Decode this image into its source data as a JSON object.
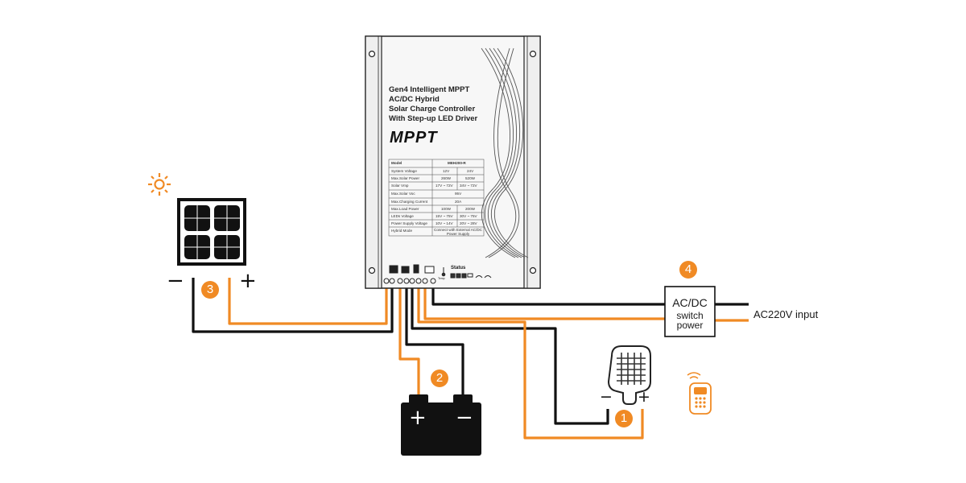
{
  "controller": {
    "title_lines": [
      "Gen4 Intelligent  MPPT",
      "AC/DC Hybrid",
      "Solar Charge Controller",
      "With Step-up LED Driver"
    ],
    "brand": "MPPT",
    "spec_table": {
      "header": [
        "Model",
        "MEH200-R",
        ""
      ],
      "rows": [
        [
          "System Voltage",
          "12V",
          "24V"
        ],
        [
          "Max.Solar Power",
          "260W",
          "520W"
        ],
        [
          "Solar Vmp",
          "17V ~ 72V",
          "34V ~ 72V"
        ],
        [
          "Max.Solar Voc",
          "95V",
          ""
        ],
        [
          "Max.Charging Current",
          "20A",
          ""
        ],
        [
          "Max.Load Power",
          "100W",
          "200W"
        ],
        [
          "LEDs Voltage",
          "15V ~ 75V",
          "30V ~ 75V"
        ],
        [
          "Power Supply Voltage",
          "10V ~ 14V",
          "20V ~ 28V"
        ],
        [
          "Hybrid Mode",
          "Connect with External AC/DC Power Supply",
          ""
        ]
      ]
    },
    "status_label": "Status",
    "temp_label": "Temp"
  },
  "badges": {
    "led_load": "1",
    "battery": "2",
    "solar_panel": "3",
    "ac_dc_switch": "4"
  },
  "switch_power": {
    "line1": "AC/DC",
    "line2": "switch",
    "line3": "power"
  },
  "ac_input_label": "AC220V input",
  "signs": {
    "panel_minus": "−",
    "panel_plus": "+",
    "battery_plus": "+",
    "battery_minus": "−",
    "lamp_minus": "−",
    "lamp_plus": "+"
  },
  "colors": {
    "orange_wire": "#f08a24",
    "black_wire": "#111111",
    "sun": "#f08a24"
  }
}
